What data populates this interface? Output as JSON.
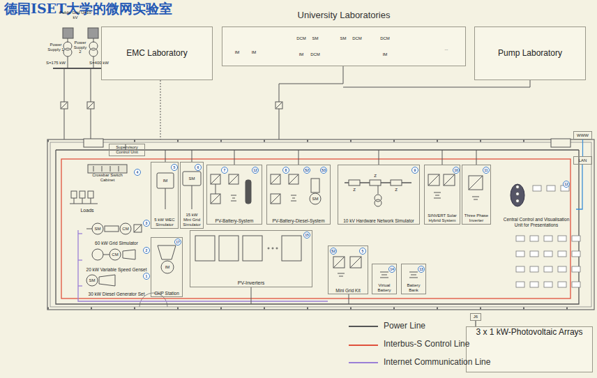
{
  "diagram": {
    "title": "德国ISET大学的微网实验室",
    "nodes": [
      {
        "text": [
          "EMC Laboratory"
        ]
      },
      {
        "text": [
          "University Laboratories"
        ]
      },
      {
        "text": [
          "Pump Laboratory"
        ]
      },
      {
        "text": [
          "WWW"
        ]
      },
      {
        "text": [
          "LAN"
        ]
      },
      {
        "text": [
          "Supervisory Control Unit"
        ]
      },
      {
        "text": [
          "Crossbar Switch Cabinet"
        ]
      },
      {
        "text": [
          "Loads"
        ]
      },
      {
        "text": [
          "60 kW Grid Simulator"
        ]
      },
      {
        "text": [
          "20 kW Variable Speed Genset"
        ]
      },
      {
        "text": [
          "30 kW Diesel Generator Set"
        ]
      },
      {
        "text": [
          "5 kW WEC Simulator"
        ]
      },
      {
        "text": [
          "15 kW Mini Grid Simulator"
        ]
      },
      {
        "text": [
          "PV-Battery-System"
        ]
      },
      {
        "text": [
          "PV-Battery-Diesel-System"
        ]
      },
      {
        "text": [
          "10 kV Hardware Network Simulator"
        ]
      },
      {
        "text": [
          "SINVERT Solar Hybrid System"
        ]
      },
      {
        "text": [
          "Three Phase Inverter"
        ]
      },
      {
        "text": [
          "Central Control and Visualisation Unit for Presentations"
        ]
      },
      {
        "text": [
          "CHP Station"
        ]
      },
      {
        "text": [
          "PV-Inverters"
        ]
      },
      {
        "text": [
          "Mini Grid Kit"
        ]
      },
      {
        "text": [
          "Virtual Battery"
        ]
      },
      {
        "text": [
          "Battery Bank"
        ]
      },
      {
        "text": [
          "3 x 1 kW-Photovoltaic Arrays"
        ]
      },
      {
        "text": [
          "J6"
        ]
      }
    ],
    "edges": [
      {
        "from": 3,
        "to": 4,
        "arrow": "none"
      },
      {
        "from": 25,
        "to": 24,
        "arrow": "none"
      }
    ],
    "labels": [
      "Public Grid U=10 kV",
      "Power Supply 1",
      "S=175 kW",
      "Power Supply 2",
      "S=400 kW",
      "IM",
      "IM",
      "DCM",
      "SM",
      "IM",
      "DCM",
      "SM",
      "DCM",
      "DCM",
      "IM",
      "...",
      "SM",
      "CM",
      "CM",
      "SM",
      "IM",
      "SM",
      "SM",
      "IM",
      "Z",
      "Z",
      "Z",
      "4",
      "3",
      "2",
      "1",
      "5",
      "6",
      "7",
      "12",
      "8",
      "S2",
      "S3",
      "9",
      "10",
      "11",
      "12",
      "17",
      "15",
      "S2",
      "5",
      "14",
      "13"
    ],
    "legend": [
      {
        "text": "Power Line"
      },
      {
        "text": "Interbus-S Control Line"
      },
      {
        "text": "Internet Communication Line"
      }
    ]
  }
}
